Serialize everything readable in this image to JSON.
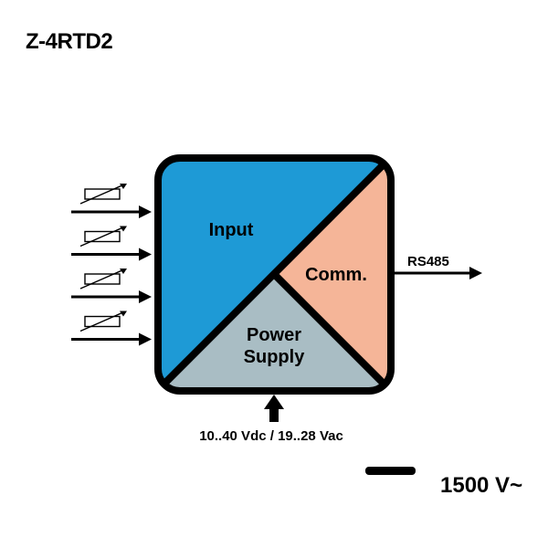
{
  "title": "Z-4RTD2",
  "sections": {
    "input": "Input",
    "comm": "Comm.",
    "power_line1": "Power",
    "power_line2": "Supply"
  },
  "output_label": "RS485",
  "power_label": "10..40 Vdc / 19..28 Vac",
  "isolation_label": "1500 V~",
  "sensor_inputs": 4,
  "colors": {
    "input": "#1e9ad6",
    "comm": "#f5b598",
    "power": "#a9bdc4",
    "outline": "#000000"
  }
}
